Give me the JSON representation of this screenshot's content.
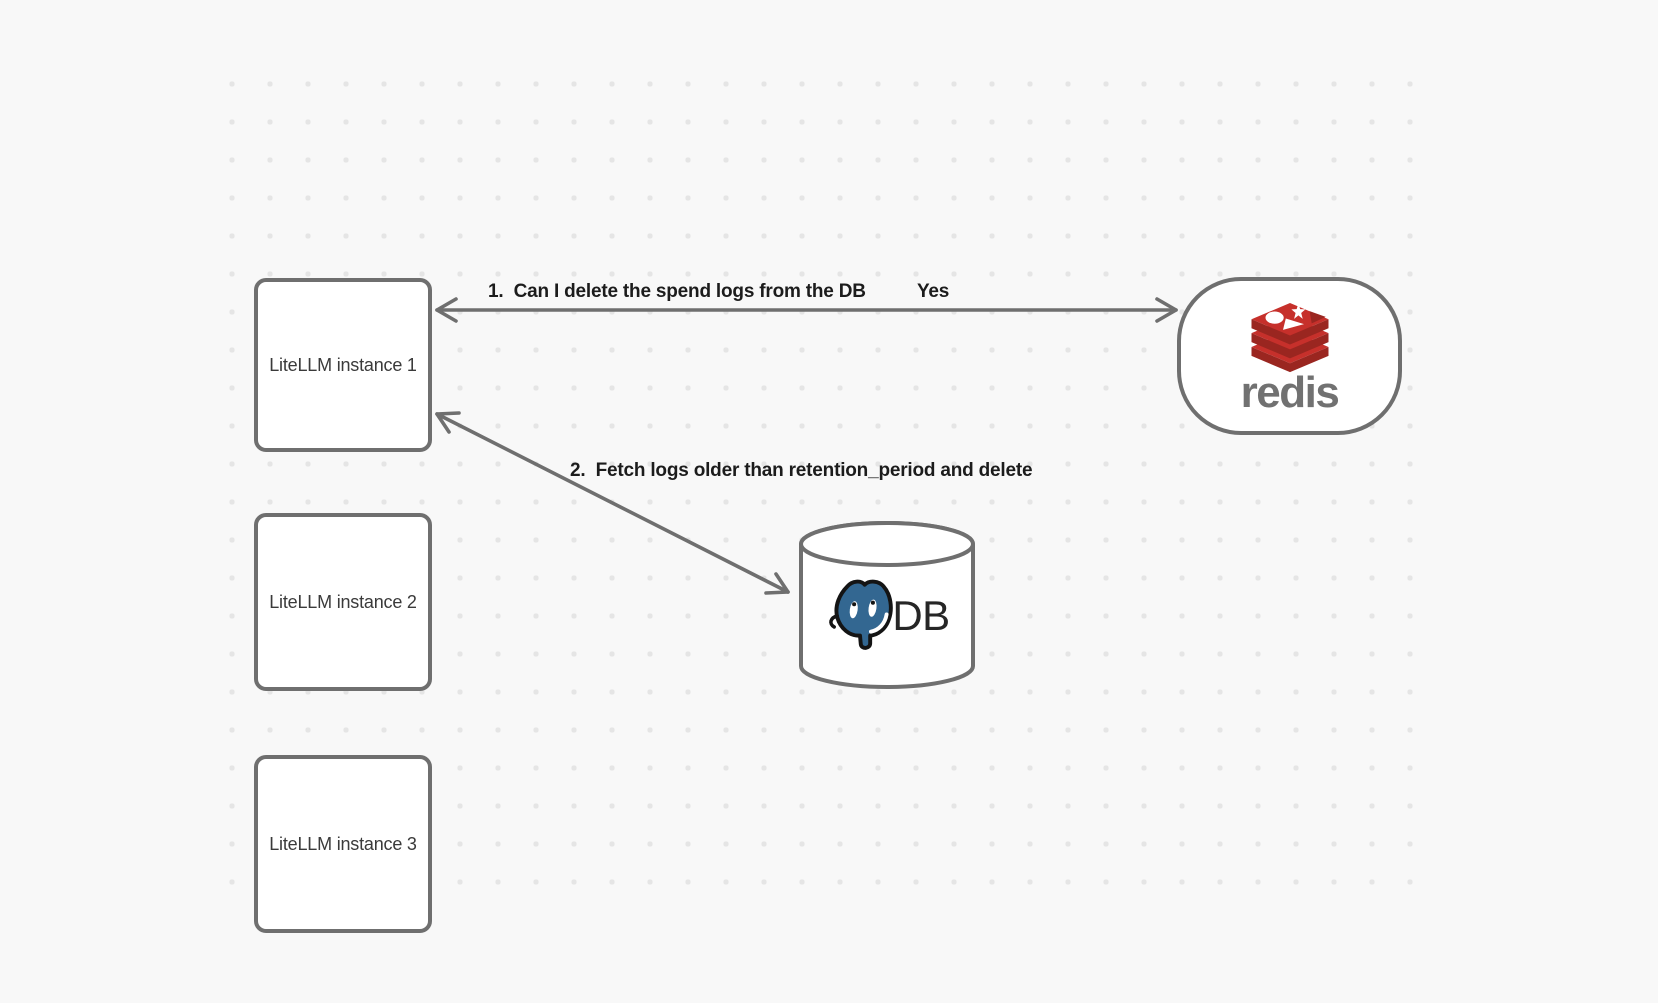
{
  "colors": {
    "background": "#f8f8f8",
    "dot": "#e5e5e5",
    "stroke": "#6f6f6f",
    "node_fill": "#ffffff",
    "node_text": "#3a3a3a",
    "edge_label": "#1c1c1c",
    "redis_red": "#c6302b",
    "redis_red_dark": "#9a2620",
    "redis_wordmark": "#717171",
    "postgres_blue": "#336791"
  },
  "nodes": {
    "instance1": {
      "label": "LiteLLM instance 1"
    },
    "instance2": {
      "label": "LiteLLM instance 2"
    },
    "instance3": {
      "label": "LiteLLM instance 3"
    },
    "redis": {
      "wordmark": "redis"
    },
    "database": {
      "label": "DB"
    }
  },
  "edges": {
    "redis_query": {
      "label": "1.  Can I delete the spend logs from the DB",
      "response": "Yes"
    },
    "db_fetch": {
      "label": "2.  Fetch logs older than retention_period and delete"
    }
  }
}
